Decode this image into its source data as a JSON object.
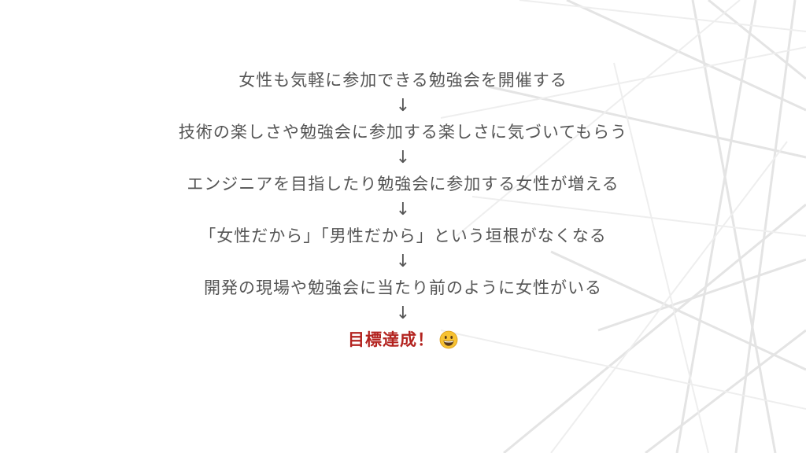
{
  "slide": {
    "steps": [
      "女性も気軽に参加できる勉強会を開催する",
      "技術の楽しさや勉強会に参加する楽しさに気づいてもらう",
      "エンジニアを目指したり勉強会に参加する女性が増える",
      "「女性だから」「男性だから」という垣根がなくなる",
      "開発の現場や勉強会に当たり前のように女性がいる"
    ],
    "arrow": "↓",
    "goal": "目標達成！",
    "goal_icon": "grinning-face-emoji",
    "colors": {
      "text": "#555555",
      "goal": "#b3231f",
      "lines": "#e6e6e6"
    }
  }
}
